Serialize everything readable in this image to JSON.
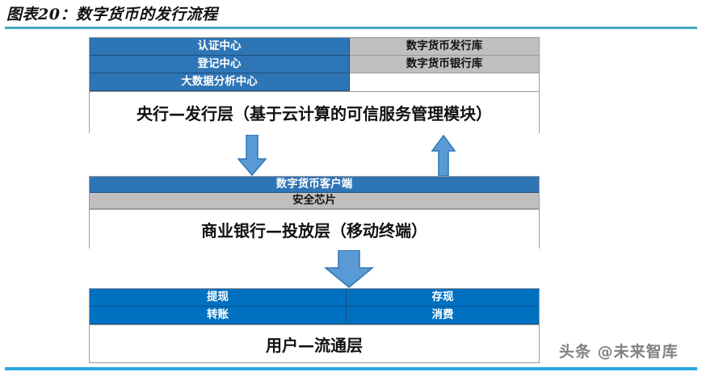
{
  "figure": {
    "caption": "图表20：数字货币的发行流程"
  },
  "colors": {
    "blue_primary": "#2E75B6",
    "blue_bright": "#0070C0",
    "gray_fill": "#BFBFBF",
    "rule_top": "#3FA9C4",
    "rule_bottom": "#27A9E1",
    "arrow_fill": "#5B9BD5",
    "arrow_stroke": "#2E75B6"
  },
  "layers": {
    "issuance": {
      "rows": [
        {
          "left": "认证中心",
          "right": "数字货币发行库",
          "left_style": "blue",
          "right_style": "gray"
        },
        {
          "left": "登记中心",
          "right": "数字货币银行库",
          "left_style": "blue",
          "right_style": "gray"
        },
        {
          "left": "大数据分析中心",
          "right": "",
          "left_style": "blue",
          "right_style": "white"
        }
      ],
      "summary": "央行—发行层（基于云计算的可信服务管理模块）"
    },
    "bank": {
      "rows": [
        {
          "label": "数字货币客户端",
          "style": "blue"
        },
        {
          "label": "安全芯片",
          "style": "gray"
        }
      ],
      "summary": "商业银行—投放层（移动终端）"
    },
    "user": {
      "rows": [
        {
          "left": "提现",
          "right": "存现",
          "left_style": "blue-bright",
          "right_style": "blue-bright"
        },
        {
          "left": "转账",
          "right": "消费",
          "left_style": "blue-bright",
          "right_style": "blue-bright"
        }
      ],
      "summary": "用户—流通层"
    }
  },
  "arrows": [
    {
      "name": "issue-down",
      "direction": "down",
      "from": "issuance",
      "to": "bank"
    },
    {
      "name": "settle-up",
      "direction": "up",
      "from": "bank",
      "to": "issuance"
    },
    {
      "name": "distribute-down",
      "direction": "down",
      "from": "bank",
      "to": "user"
    }
  ],
  "watermark": {
    "text": "头条 @未来智库"
  }
}
